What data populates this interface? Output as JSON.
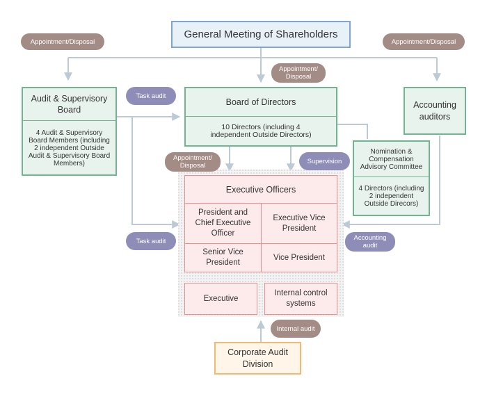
{
  "diagram": {
    "shareholders": "General Meeting of Shareholders",
    "audit_board": {
      "title": "Audit & Supervisory Board",
      "detail": "4 Audit & Supervisory Board Members (including 2 independent Outside Audit & Supervisory Board Members)"
    },
    "board": {
      "title": "Board of Directors",
      "detail": "10 Directors (including 4 independent Outside Directors)"
    },
    "accounting_auditors": "Accounting auditors",
    "nomination": {
      "title": "Nomination & Compensation Advisory Committee",
      "detail": "4 Directors (including 2 independent Outside Direcors)"
    },
    "executive_officers": {
      "title": "Executive Officers",
      "president": "President and Chief Executive Officer",
      "evp": "Executive Vice President",
      "svp": "Senior Vice President",
      "vp": "Vice President"
    },
    "executive": "Executive",
    "internal_control": "Internal control systems",
    "corporate_audit": "Corporate Audit Division"
  },
  "labels": {
    "appointment_left": "Appointment/Disposal",
    "appointment_right": "Appointment/Disposal",
    "appointment_center": "Appointment/ Disposal",
    "task_audit_top": "Task audit",
    "appointment_board": "Appointment/ Disposal",
    "supervision": "Supervision",
    "task_audit_bottom": "Task audit",
    "accounting_audit": "Accounting audit",
    "internal_audit": "Internal audit"
  },
  "colors": {
    "green_border": "#6fb58f",
    "green_fill": "#e9f3ee",
    "blue_border": "#7ea6cf",
    "blue_fill": "#e8f0f8",
    "pink_border": "#ee8e8e",
    "pink_fill": "#fdeaea",
    "orange_border": "#f4b870",
    "orange_fill": "#fff5e8",
    "pill_brown": "#a38c86",
    "pill_purple": "#8e8db8",
    "connector": "#bccad6"
  }
}
